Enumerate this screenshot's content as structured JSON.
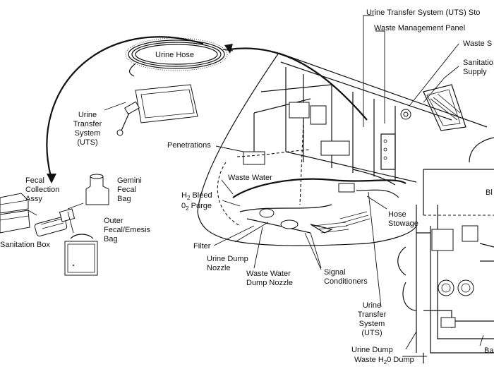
{
  "labels": {
    "uts_stowage": "Urine Transfer System (UTS) Sto",
    "waste_mgmt_panel": "Waste Management Panel",
    "waste_s": "Waste S",
    "sanitation_supply": "Sanitatio\nSupply",
    "urine_hose": "Urine Hose",
    "uts_left": "Urine\nTransfer\nSystem\n(UTS)",
    "penetrations": "Penetrations",
    "waste_water": "Waste Water",
    "h2_bleed": "Bleed",
    "o2_purge": "Purge",
    "h2_prefix": "H",
    "o2_prefix": "0",
    "sub_2": "2",
    "fecal_collection": "Fecal\nCollection\nAssy",
    "gemini_fecal": "Gemini\nFecal\nBag",
    "sanitation_box": "Sanitation Box",
    "outer_fecal": "Outer\nFecal/Emesis\nBag",
    "hose_stowage": "Hose\nStowage",
    "filter": "Filter",
    "urine_dump_nozzle": "Urine Dump\nNozzle",
    "waste_water_dump_nozzle": "Waste Water\nDump Nozzle",
    "signal_conditioners": "Signal\nConditioners",
    "uts_bottom": "Urine\nTransfer\nSystem\n(UTS)",
    "urine_dump": "Urine Dump",
    "waste_h2o_dump": "Waste H",
    "waste_h2o_dump_tail": "0 Dump",
    "bl": "Bl",
    "ba": "Ba"
  },
  "icons": [
    "coiled-hose-icon",
    "urine-bag-icon",
    "fecal-bag-icon",
    "sanitation-box-icon",
    "emesis-bag-icon",
    "spacecraft-cutaway-icon",
    "plumbing-panel-icon"
  ]
}
